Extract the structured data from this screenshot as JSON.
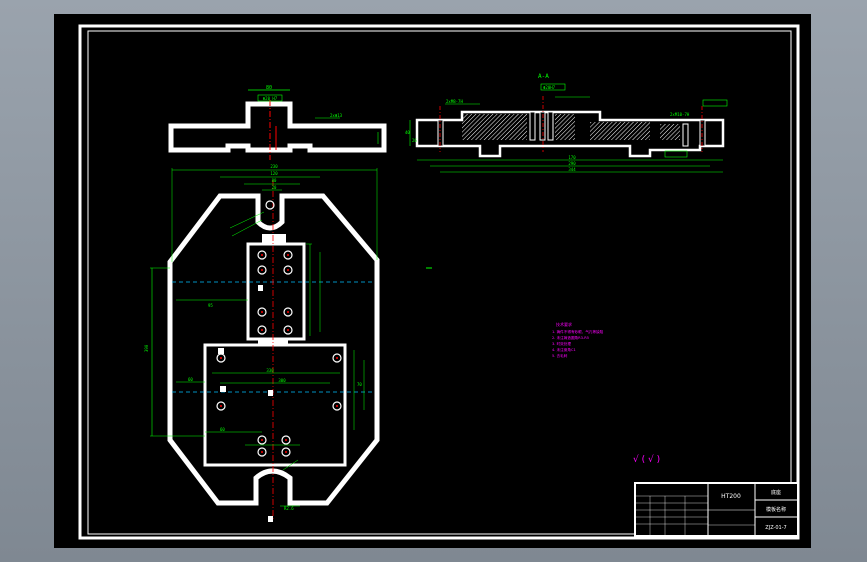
{
  "section_label": "A-A",
  "material": "HT200",
  "title_block": {
    "part_name": "底座",
    "drawing_no": "ZJZ-01-7",
    "second_row": "模板名称"
  },
  "roughness_symbol": "√ ( √ )",
  "dims": {
    "top_view_width": "80",
    "top_view_tol": "Φ20 H7",
    "top_view_side": "2xΦ13",
    "plan_overall": "230",
    "plan_inner1": "120",
    "plan_inner2": "80",
    "plan_hole_spacing": "20",
    "plan_height": "390",
    "plan_left": "60",
    "plan_mid": "95",
    "plan_rect_w": "330",
    "plan_rect_w2": "300",
    "plan_right": "70",
    "plan_bottom_w": "60",
    "plan_bottom_r": "R2.6",
    "section_left": "2xM8-7H",
    "section_mid": "Φ20H7",
    "section_right": "2xM10-7H",
    "section_len1": "170",
    "section_len2": "290",
    "section_len3": "344",
    "section_height": "40",
    "section_depth": "26"
  },
  "notes": [
    "技术要求",
    "1. 铸件不得有砂眼、气孔等缺陷",
    "2. 未注铸造圆角R3-R5",
    "3. 时效处理",
    "4. 未注倒角C1",
    "5. 去毛刺"
  ],
  "colors": {
    "paper": "#000000",
    "outline": "#ffffff",
    "dimension": "#00ff00",
    "center": "#ff0000",
    "hidden": "#00bfff",
    "note": "#ff00ff",
    "hatch": "#ffffff"
  }
}
